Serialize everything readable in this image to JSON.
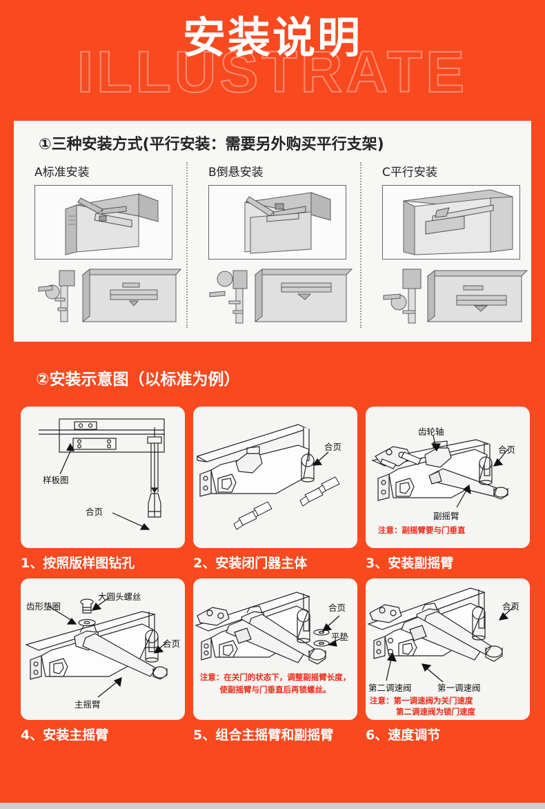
{
  "hero": {
    "title": "安装说明",
    "outline_text": "ILLUSTRATE",
    "background_color": "#f9491f",
    "title_color": "#ffffff"
  },
  "section1": {
    "heading": "①三种安装方式(平行安装：需要另外购买平行支架)",
    "columns": [
      {
        "label": "A标准安装"
      },
      {
        "label": "B倒悬安装"
      },
      {
        "label": "C平行安装"
      }
    ]
  },
  "section2": {
    "heading": "②安装示意图（以标准为例）",
    "steps": [
      {
        "caption": "1、按照版样图钻孔",
        "labels": [
          "样板图",
          "合页"
        ],
        "note": ""
      },
      {
        "caption": "2、安装闭门器主体",
        "labels": [
          "合页"
        ],
        "note": ""
      },
      {
        "caption": "3、安装副摇臂",
        "labels": [
          "齿轮轴",
          "合页",
          "副摇臂"
        ],
        "note": "注意：副摇臂要与门垂直"
      },
      {
        "caption": "4、安装主摇臂",
        "labels": [
          "大圆头螺丝",
          "齿形垫圈",
          "合页",
          "主摇臂"
        ],
        "note": ""
      },
      {
        "caption": "5、组合主摇臂和副摇臂",
        "labels": [
          "合页",
          "平垫"
        ],
        "note_line1": "注意：在关门的状态下，调整副摇臂长度，",
        "note_line2": "使副摇臂与门垂直后再锁螺丝。"
      },
      {
        "caption": "6、速度调节",
        "labels": [
          "合页",
          "第二调速阀",
          "第一调速阀"
        ],
        "note_line1": "注意：第一调速阀为关门速度",
        "note_line2": "第二调速阀为锁门速度"
      }
    ]
  },
  "colors": {
    "brand_orange": "#f9491f",
    "panel_white": "#f7f7f5",
    "note_red": "#ee2b14",
    "line_gray": "#666666"
  }
}
